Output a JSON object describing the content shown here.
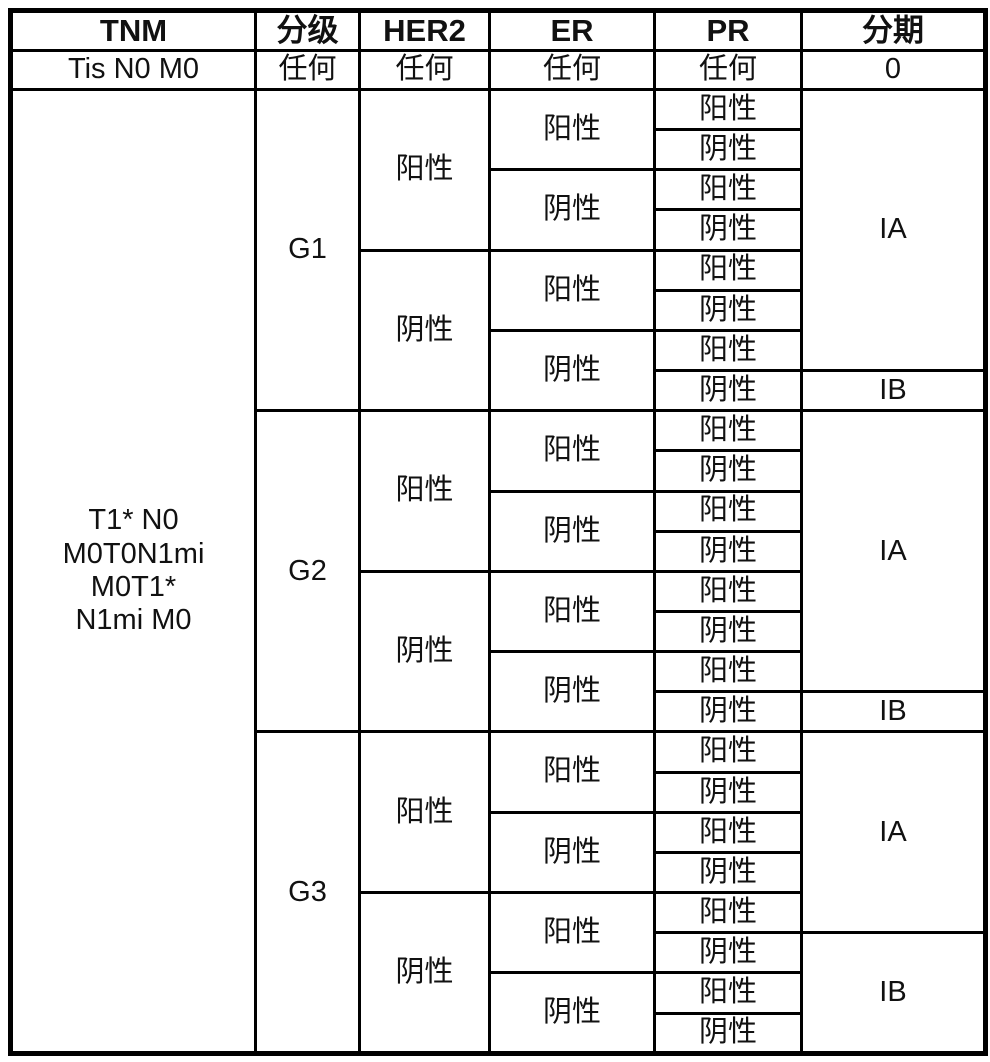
{
  "table": {
    "header": [
      "TNM",
      "分级",
      "HER2",
      "ER",
      "PR",
      "分期"
    ],
    "any_row": {
      "tnm": "Tis N0 M0",
      "grade": "任何",
      "her2": "任何",
      "er": "任何",
      "pr": "任何",
      "stage": "0"
    },
    "tnm_group": "T1* N0\nM0T0N1mi\nM0T1*\nN1mi M0",
    "sections": [
      {
        "grade": "G1",
        "her2": [
          {
            "value": "阳性",
            "er": [
              {
                "value": "阳性",
                "pr": [
                  "阳性",
                  "阴性"
                ]
              },
              {
                "value": "阴性",
                "pr": [
                  "阳性",
                  "阴性"
                ]
              }
            ]
          },
          {
            "value": "阴性",
            "er": [
              {
                "value": "阳性",
                "pr": [
                  "阳性",
                  "阴性"
                ]
              },
              {
                "value": "阴性",
                "pr": [
                  "阳性",
                  "阴性"
                ]
              }
            ]
          }
        ],
        "stages": [
          {
            "label": "IA",
            "row_span": 7
          },
          {
            "label": "IB",
            "row_span": 1
          }
        ]
      },
      {
        "grade": "G2",
        "her2": [
          {
            "value": "阳性",
            "er": [
              {
                "value": "阳性",
                "pr": [
                  "阳性",
                  "阴性"
                ]
              },
              {
                "value": "阴性",
                "pr": [
                  "阳性",
                  "阴性"
                ]
              }
            ]
          },
          {
            "value": "阴性",
            "er": [
              {
                "value": "阳性",
                "pr": [
                  "阳性",
                  "阴性"
                ]
              },
              {
                "value": "阴性",
                "pr": [
                  "阳性",
                  "阴性"
                ]
              }
            ]
          }
        ],
        "stages": [
          {
            "label": "IA",
            "row_span": 7
          },
          {
            "label": "IB",
            "row_span": 1
          }
        ]
      },
      {
        "grade": "G3",
        "her2": [
          {
            "value": "阳性",
            "er": [
              {
                "value": "阳性",
                "pr": [
                  "阳性",
                  "阴性"
                ]
              },
              {
                "value": "阴性",
                "pr": [
                  "阳性",
                  "阴性"
                ]
              }
            ]
          },
          {
            "value": "阴性",
            "er": [
              {
                "value": "阳性",
                "pr": [
                  "阳性",
                  "阴性"
                ]
              },
              {
                "value": "阴性",
                "pr": [
                  "阳性",
                  "阴性"
                ]
              }
            ]
          }
        ],
        "stages": [
          {
            "label": "IA",
            "row_span": 5
          },
          {
            "label": "IB",
            "row_span": 3
          }
        ]
      }
    ]
  },
  "colors": {
    "border": "#000000",
    "text": "#111111",
    "background": "#ffffff"
  }
}
